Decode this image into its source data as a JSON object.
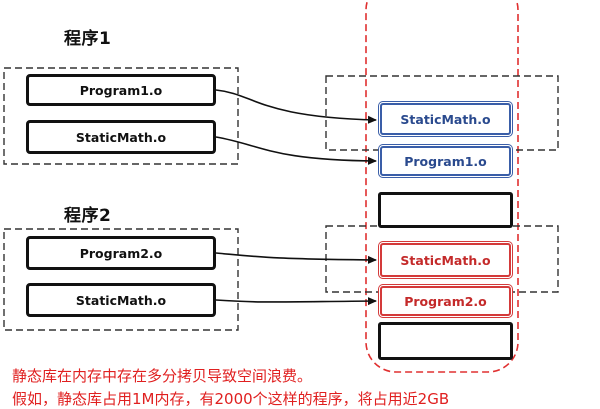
{
  "program1": {
    "heading": "程序1",
    "modules": [
      "Program1.o",
      "StaticMath.o"
    ]
  },
  "program2": {
    "heading": "程序2",
    "modules": [
      "Program2.o",
      "StaticMath.o"
    ]
  },
  "memory": {
    "blocks": [
      {
        "label": "StaticMath.o",
        "style": "blue"
      },
      {
        "label": "Program1.o",
        "style": "blue"
      },
      {
        "label": "",
        "style": "empty"
      },
      {
        "label": "StaticMath.o",
        "style": "red"
      },
      {
        "label": "Program2.o",
        "style": "red"
      },
      {
        "label": "",
        "style": "empty"
      }
    ]
  },
  "caption": {
    "line1": "静态库在内存中存在多分拷贝导致空间浪费。",
    "line2": "假如，静态库占用1M内存，有2000个这样的程序，将占用近2GB"
  },
  "colors": {
    "ink": "#111111",
    "blue": "#3a5ea8",
    "red": "#d43a3a",
    "caption": "#e02020"
  }
}
